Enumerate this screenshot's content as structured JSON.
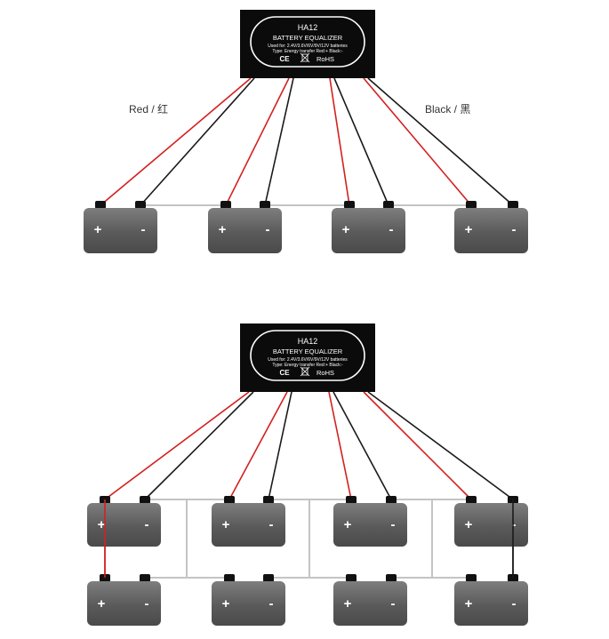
{
  "device": {
    "model": "HA12",
    "name": "BATTERY EQUALIZER",
    "used_for": "Used for: 2.4V/3.6V/6V/9V/12V batteries",
    "type_line": "Type: Energy transfer    Red:+ Black:-",
    "ce_mark": "CE",
    "rohs_mark": "RoHS",
    "bin_icon": "crossed-bin-icon"
  },
  "labels": {
    "red": "Red /  红",
    "black": "Black /  黑"
  },
  "battery": {
    "plus": "+",
    "minus": "-"
  },
  "colors": {
    "red_wire": "#d42020",
    "black_wire": "#1a1a1a",
    "link_wire": "#c4c4c4",
    "device_bg": "#0b0b0b",
    "battery_body": "#5e5e5e"
  },
  "diagram_1": {
    "battery_count": 4,
    "rows": 1
  },
  "diagram_2": {
    "battery_count": 8,
    "rows": 2
  }
}
